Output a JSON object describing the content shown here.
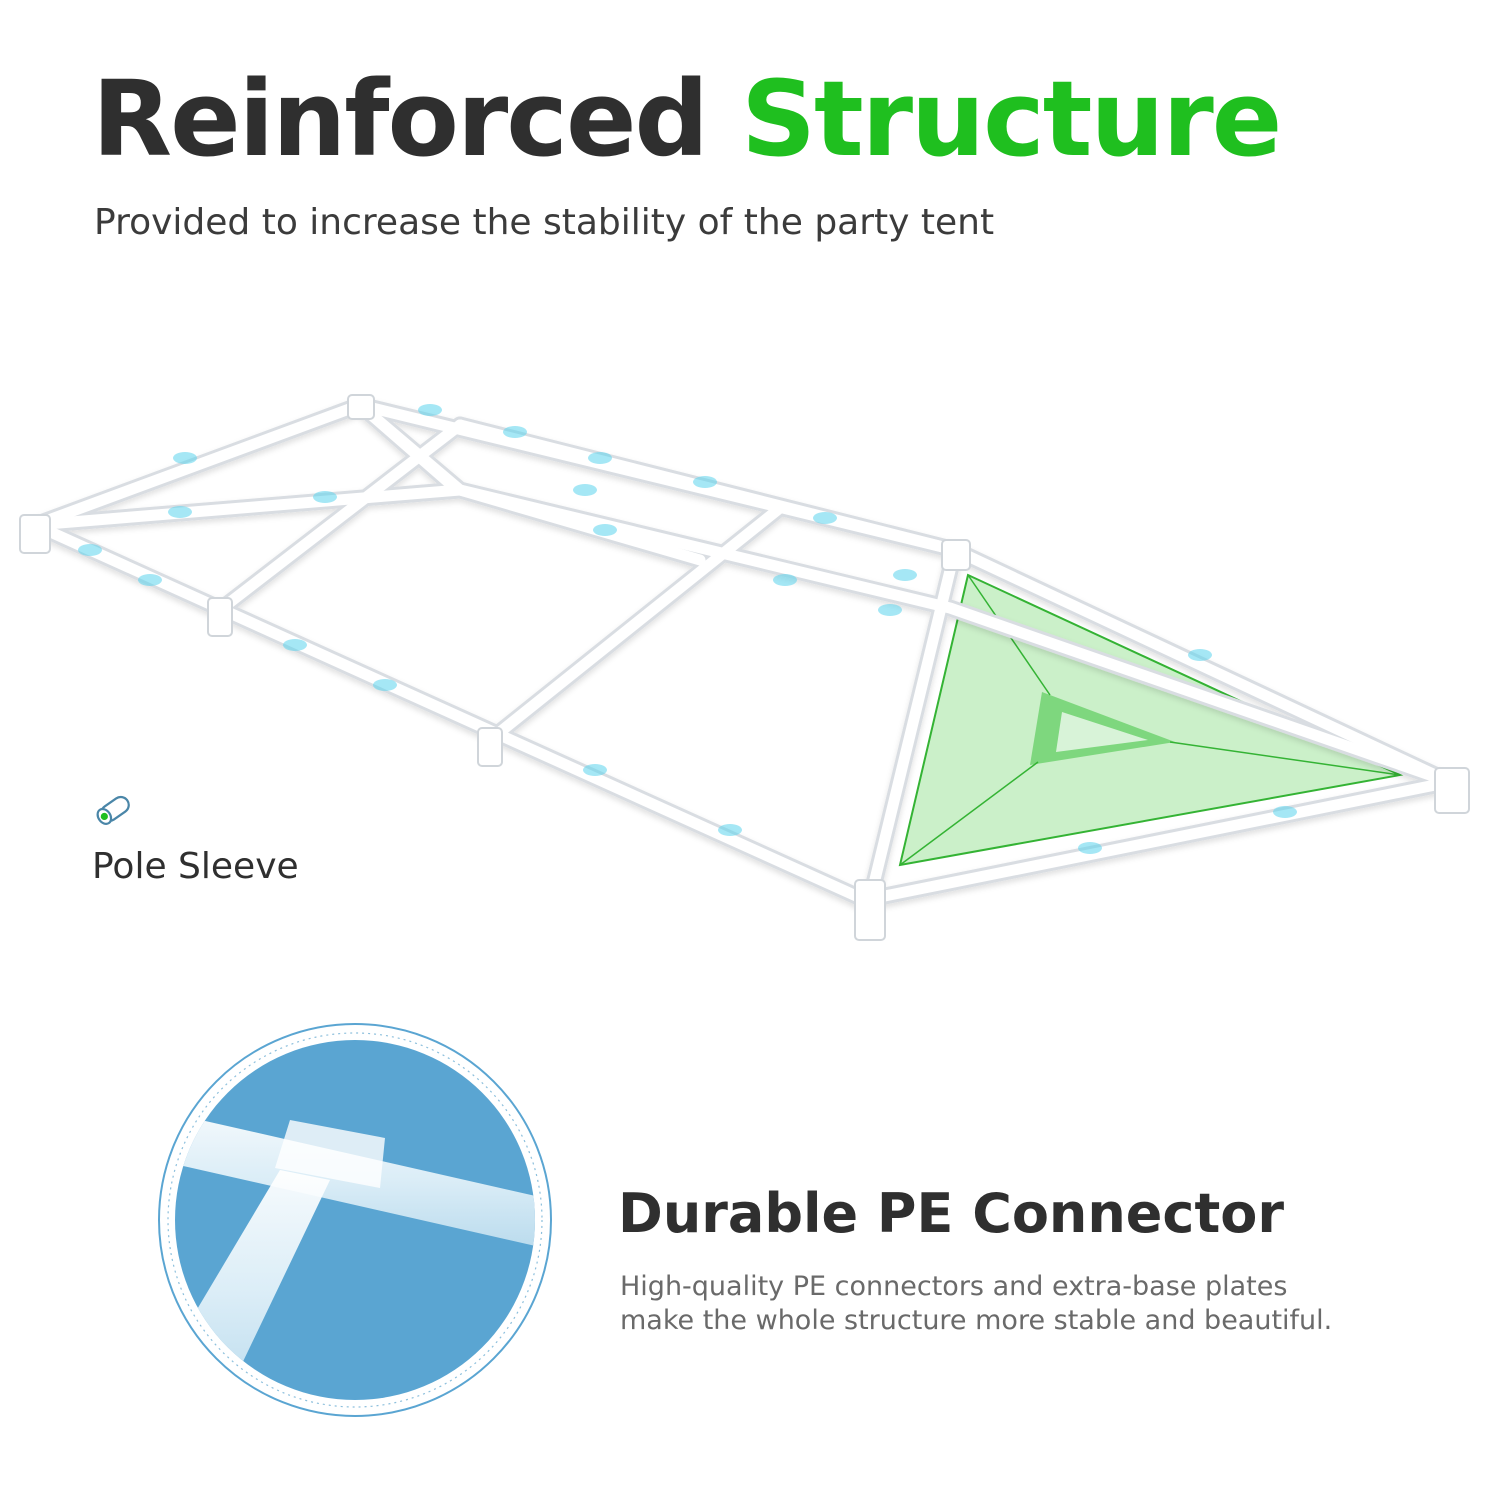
{
  "headline": {
    "dark": "Reinforced",
    "accent": "Structure"
  },
  "subtitle": "Provided to increase the stability of the party tent",
  "legend": {
    "label": "Pole Sleeve",
    "icon": "pole-sleeve-icon"
  },
  "connector": {
    "title": "Durable PE Connector",
    "description": "High-quality PE connectors and extra-base plates make the whole structure more stable and beautiful."
  },
  "colors": {
    "accent": "#1fbf1f",
    "sleeve": "#5bd3ec",
    "detail_bg": "#5aa5d2",
    "text_dark": "#2f2f2f"
  }
}
